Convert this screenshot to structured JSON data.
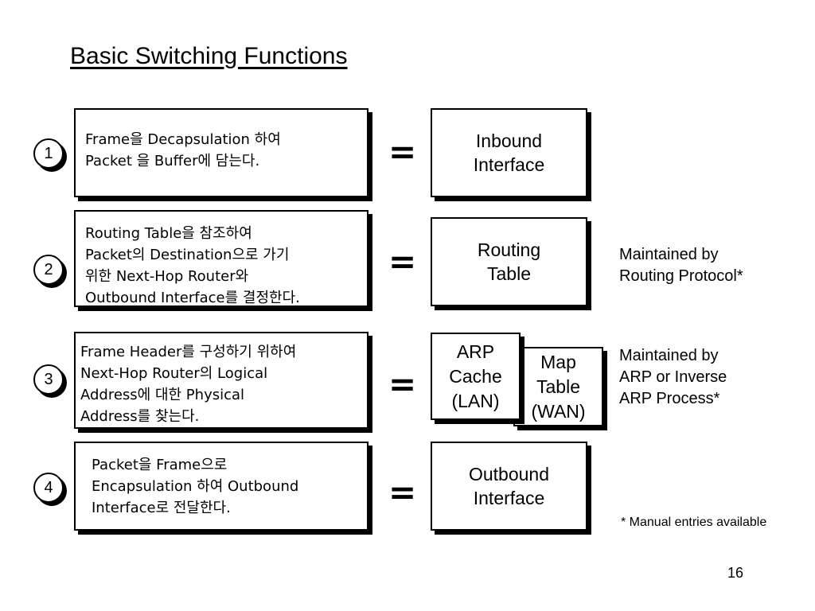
{
  "title": "Basic Switching Functions",
  "steps": [
    {
      "number": "1",
      "lines": [
        "Frame을 Decapsulation 하여",
        "Packet 을 Buffer에 담는다."
      ],
      "target": [
        "Inbound",
        "Interface"
      ]
    },
    {
      "number": "2",
      "lines": [
        "Routing Table을 참조하여",
        "Packet의 Destination으로 가기",
        "위한 Next-Hop Router와",
        "Outbound Interface를 결정한다."
      ],
      "target": [
        "Routing",
        "Table"
      ],
      "note": [
        "Maintained by",
        "Routing Protocol*"
      ]
    },
    {
      "number": "3",
      "lines": [
        "Frame Header를 구성하기 위하여",
        "Next-Hop Router의 Logical",
        "Address에 대한 Physical",
        "Address를 찾는다."
      ],
      "target_arp": [
        "ARP",
        "Cache",
        "(LAN)"
      ],
      "target_map": [
        "Map",
        "Table",
        "(WAN)"
      ],
      "note": [
        "Maintained by",
        "ARP or Inverse",
        "ARP Process*"
      ]
    },
    {
      "number": "4",
      "lines": [
        "Packet을 Frame으로",
        "Encapsulation 하여 Outbound",
        "Interface로 전달한다."
      ],
      "target": [
        "Outbound",
        "Interface"
      ]
    }
  ],
  "equals": "=",
  "footnote": "* Manual entries available",
  "page_number": "16"
}
